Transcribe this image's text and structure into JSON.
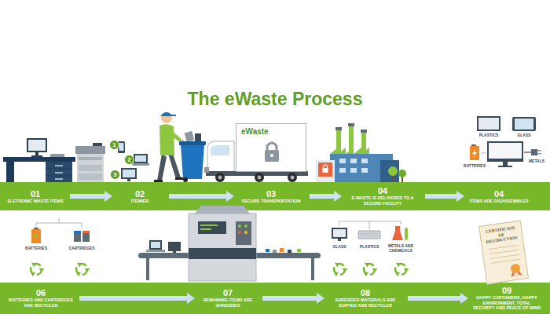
{
  "diagram": {
    "title": "The eWaste Process",
    "nodes": [
      {
        "text": [
          "1"
        ]
      },
      {
        "text": [
          "2"
        ]
      },
      {
        "text": [
          "3"
        ]
      },
      {
        "text": [
          "eWaste"
        ]
      },
      {
        "text": [
          "01",
          "ELETRONIC WASTE ITEMS"
        ]
      },
      {
        "text": [
          "02",
          "ITEMIER"
        ]
      },
      {
        "text": [
          "03",
          "SECURE TRANSPORTATION"
        ]
      },
      {
        "text": [
          "04",
          "E-WASTE IS DELIVERED TO A SECURE FACILITY"
        ]
      },
      {
        "text": [
          "04",
          "ITEMS ARE DISASSEMBLED"
        ]
      },
      {
        "text": [
          "CERTIFICATE OF DESTRUCTION"
        ]
      },
      {
        "text": [
          "06",
          "BATTERIES AND CARTRIDGES ARE RECYCLED"
        ]
      },
      {
        "text": [
          "07",
          "REMAINING ITEMS ARE SHREDDED"
        ]
      },
      {
        "text": [
          "08",
          "SHREDDED MATERIALS ARE SORTED AND RECYCLED"
        ]
      },
      {
        "text": [
          "09",
          "HAPPY CUSTOMERS, HAPPY ENVIRONMENT, TOTAL SECURITY AND PEACE OF MIND"
        ]
      }
    ],
    "edges": [
      {
        "from": 4,
        "to": 5,
        "arrow": "to"
      },
      {
        "from": 5,
        "to": 6,
        "arrow": "to"
      },
      {
        "from": 6,
        "to": 7,
        "arrow": "to"
      },
      {
        "from": 7,
        "to": 8,
        "arrow": "to"
      },
      {
        "from": 10,
        "to": 11,
        "arrow": "to"
      },
      {
        "from": 11,
        "to": 12,
        "arrow": "to"
      },
      {
        "from": 12,
        "to": 13,
        "arrow": "to"
      }
    ],
    "labels": [
      "PLASTICS",
      "GLASS",
      "BATTERIES",
      "METALS",
      "BATTERIES",
      "CARTRIDGES",
      "GLASS",
      "PLASTICS",
      "METALS AND CHEMICALS"
    ]
  }
}
